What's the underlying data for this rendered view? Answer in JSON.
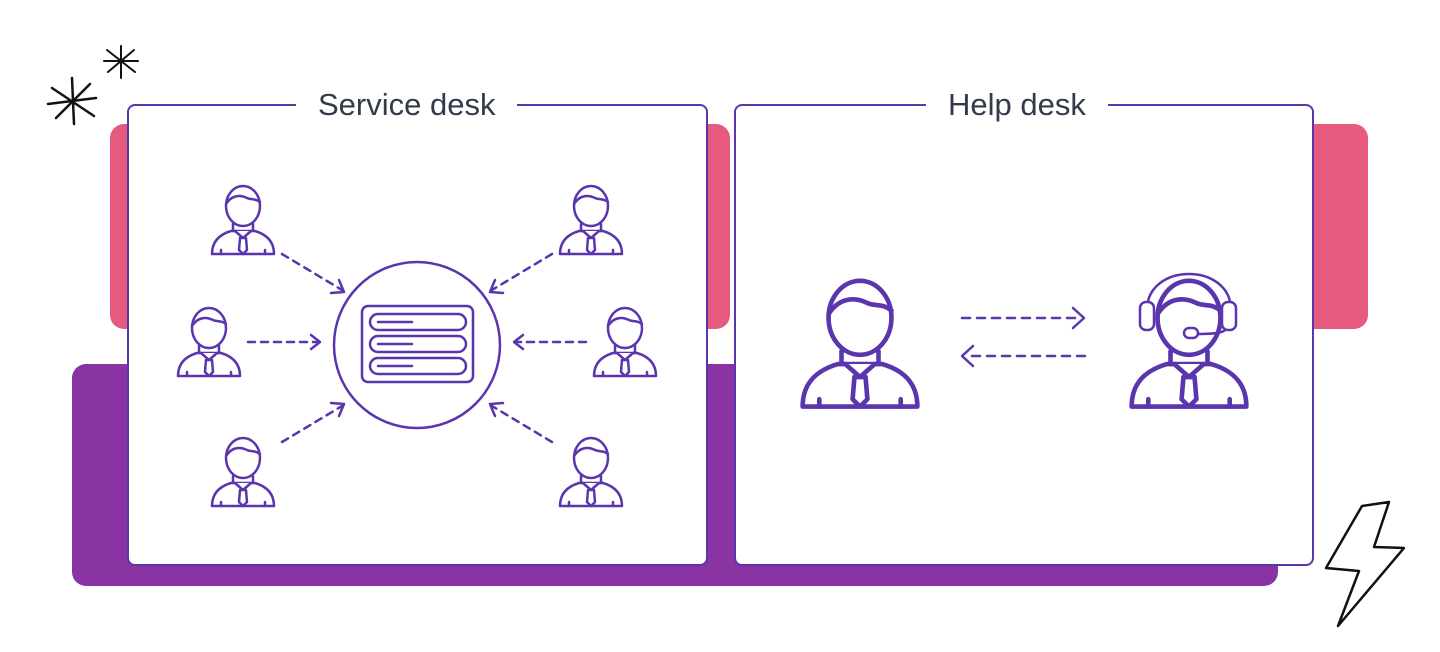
{
  "panels": {
    "service_desk": {
      "title": "Service desk"
    },
    "help_desk": {
      "title": "Help desk"
    }
  },
  "colors": {
    "stroke": "#5b35ad",
    "pink": "#e55a7e",
    "purple": "#8a34a3",
    "title_text": "#323a4c"
  },
  "icons": [
    "person-icon",
    "server-icon",
    "support-agent-icon",
    "sparkle-icon",
    "lightning-icon",
    "dashed-arrow"
  ]
}
